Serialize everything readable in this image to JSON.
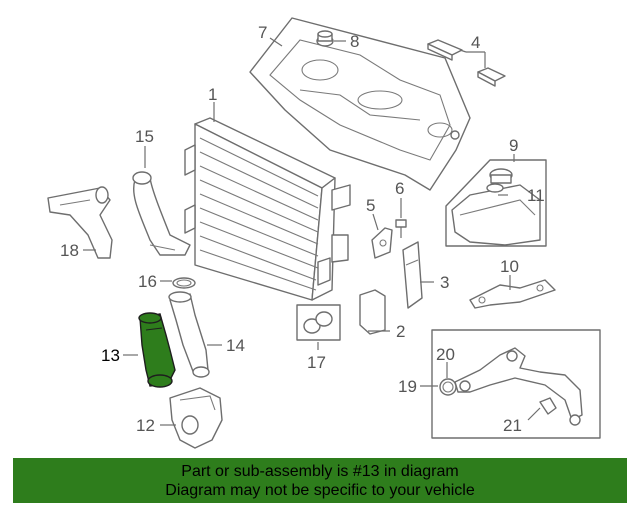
{
  "diagram": {
    "callouts": [
      {
        "id": "1",
        "label": "1"
      },
      {
        "id": "2",
        "label": "2"
      },
      {
        "id": "3",
        "label": "3"
      },
      {
        "id": "4",
        "label": "4"
      },
      {
        "id": "5",
        "label": "5"
      },
      {
        "id": "6",
        "label": "6"
      },
      {
        "id": "7",
        "label": "7"
      },
      {
        "id": "8",
        "label": "8"
      },
      {
        "id": "9",
        "label": "9"
      },
      {
        "id": "10",
        "label": "10"
      },
      {
        "id": "11",
        "label": "11"
      },
      {
        "id": "12",
        "label": "12"
      },
      {
        "id": "13",
        "label": "13"
      },
      {
        "id": "14",
        "label": "14"
      },
      {
        "id": "15",
        "label": "15"
      },
      {
        "id": "16",
        "label": "16"
      },
      {
        "id": "17",
        "label": "17"
      },
      {
        "id": "18",
        "label": "18"
      },
      {
        "id": "19",
        "label": "19"
      },
      {
        "id": "20",
        "label": "20"
      },
      {
        "id": "21",
        "label": "21"
      }
    ],
    "highlighted_part": "13",
    "highlight_color": "#2e7d1c"
  },
  "banner": {
    "line1": "Part or sub-assembly is #13 in diagram",
    "line2": "Diagram may not be specific to your vehicle",
    "background": "#2e7d1c"
  }
}
